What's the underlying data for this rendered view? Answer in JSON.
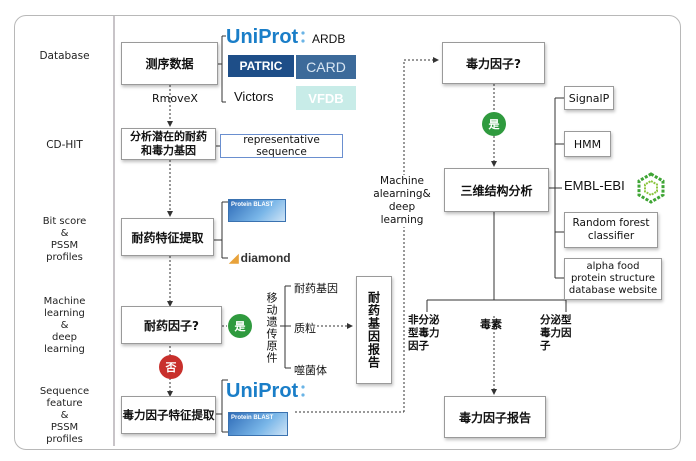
{
  "sidebar": {
    "database": "Database",
    "cdhit": "CD-HIT",
    "bitscore": "Bit score\n&\nPSSM\nprofiles",
    "ml": "Machine\nlearning\n&\ndeep\nlearning",
    "seqfeature": "Sequence\nfeature\n&\nPSSM\nprofiles"
  },
  "left_flow": {
    "sequencing": "测序数据",
    "rmovex": "RmoveX",
    "analyze": "分析潜在的耐药和毒力基因",
    "representative": "representative sequence",
    "resist_extract": "耐药特征提取",
    "resist_factor": "耐药因子?",
    "yes": "是",
    "no": "否",
    "virulence_extract": "毒力因子特征提取"
  },
  "databases": {
    "uniprot": "UniProt",
    "ardb": "ARDB",
    "patric": "PATRIC",
    "card": "CARD",
    "victors": "Victors",
    "vfdb": "VFDB",
    "protein_blast": "Protein BLAST",
    "diamond": "diamond"
  },
  "mobile": {
    "vertical": "移动遗传原件",
    "resist_gene": "耐药基因",
    "plasmid": "质粒",
    "phage": "噬菌体",
    "report": "耐药基因报告"
  },
  "right_flow": {
    "ml_label": "Machine\nalearning&\ndeep\nlearning",
    "virulence_q": "毒力因子?",
    "yes": "是",
    "structure": "三维结构分析",
    "nonsecreted": "非分泌\n型毒力\n因子",
    "toxin": "毒素",
    "secreted": "分泌型\n毒力因\n子",
    "report": "毒力因子报告"
  },
  "tools": {
    "signalp": "SignalP",
    "hmm": "HMM",
    "embl": "EMBL-EBI",
    "rf": "Random forest classifier",
    "alpha": "alpha food protein structure database website"
  },
  "colors": {
    "green": "#2f9a3e",
    "red": "#c8302c",
    "uniprot_blue": "#1a7ec8",
    "embl_green": "#3fa535"
  }
}
